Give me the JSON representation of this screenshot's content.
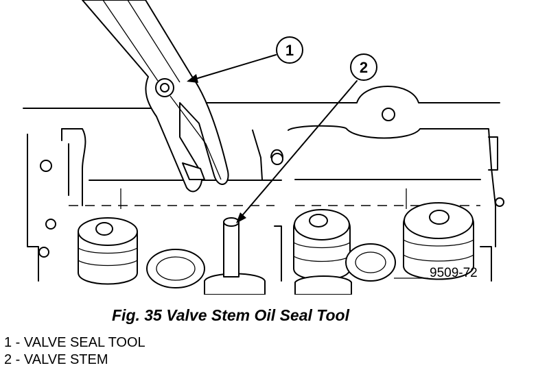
{
  "figure": {
    "callouts": [
      {
        "number": "1"
      },
      {
        "number": "2"
      }
    ],
    "image_code": "9509-72"
  },
  "caption": "Fig. 35 Valve Stem Oil Seal Tool",
  "legend": [
    {
      "text": "1 - VALVE SEAL TOOL"
    },
    {
      "text": "2 - VALVE STEM"
    }
  ]
}
